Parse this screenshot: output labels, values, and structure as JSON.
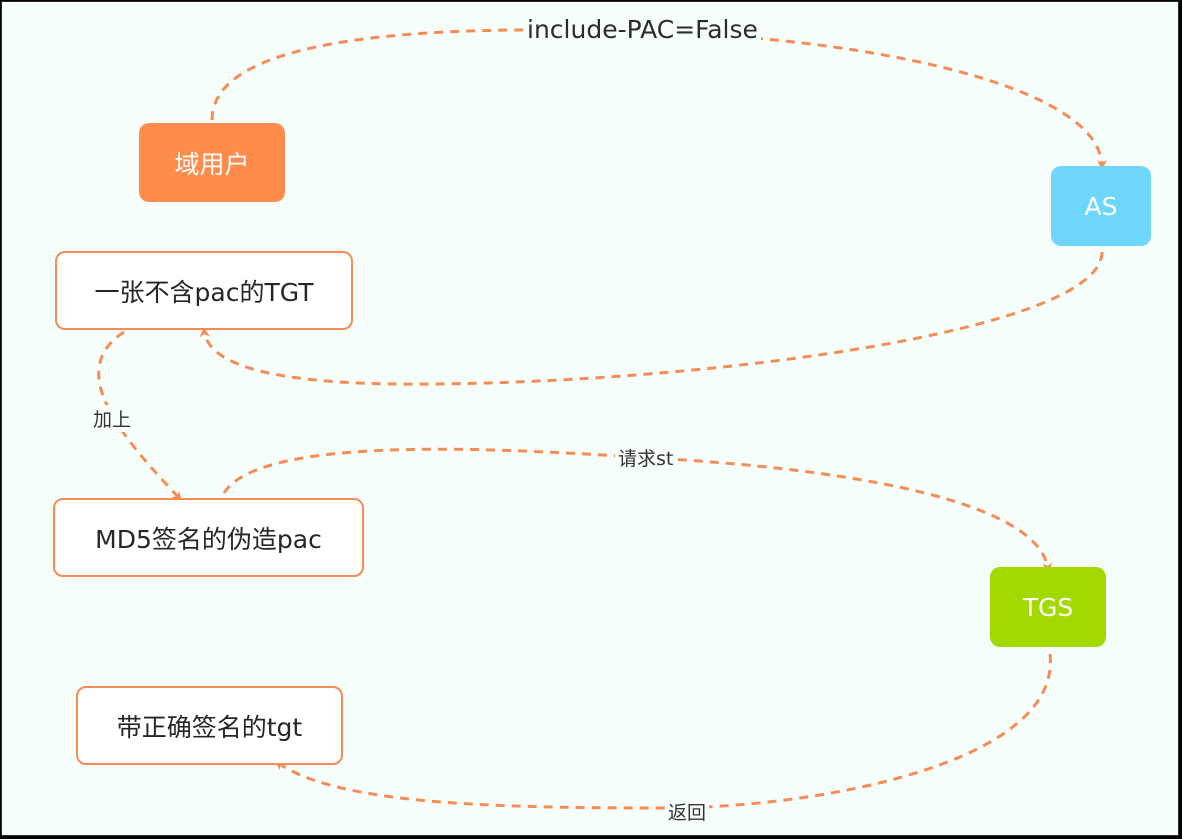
{
  "nodes": {
    "domain_user": {
      "label": "域用户",
      "fill": "#ff8c4d"
    },
    "as": {
      "label": "AS",
      "fill": "#6fd6fb"
    },
    "tgt_no_pac": {
      "label": "一张不含pac的TGT"
    },
    "forged_pac": {
      "label": "MD5签名的伪造pac"
    },
    "tgs": {
      "label": "TGS",
      "fill": "#a2d900"
    },
    "tgt_signed": {
      "label": "带正确签名的tgt"
    }
  },
  "edges": {
    "user_to_as": {
      "label": "include-PAC=False"
    },
    "as_to_tgt": {
      "label": ""
    },
    "tgt_to_pac": {
      "label": "加上"
    },
    "pac_to_tgs": {
      "label": "请求st"
    },
    "tgs_to_signed": {
      "label": "返回"
    }
  },
  "colors": {
    "edge": "#f58c55",
    "outline": "#f58c55",
    "background": "#f6fefc"
  }
}
